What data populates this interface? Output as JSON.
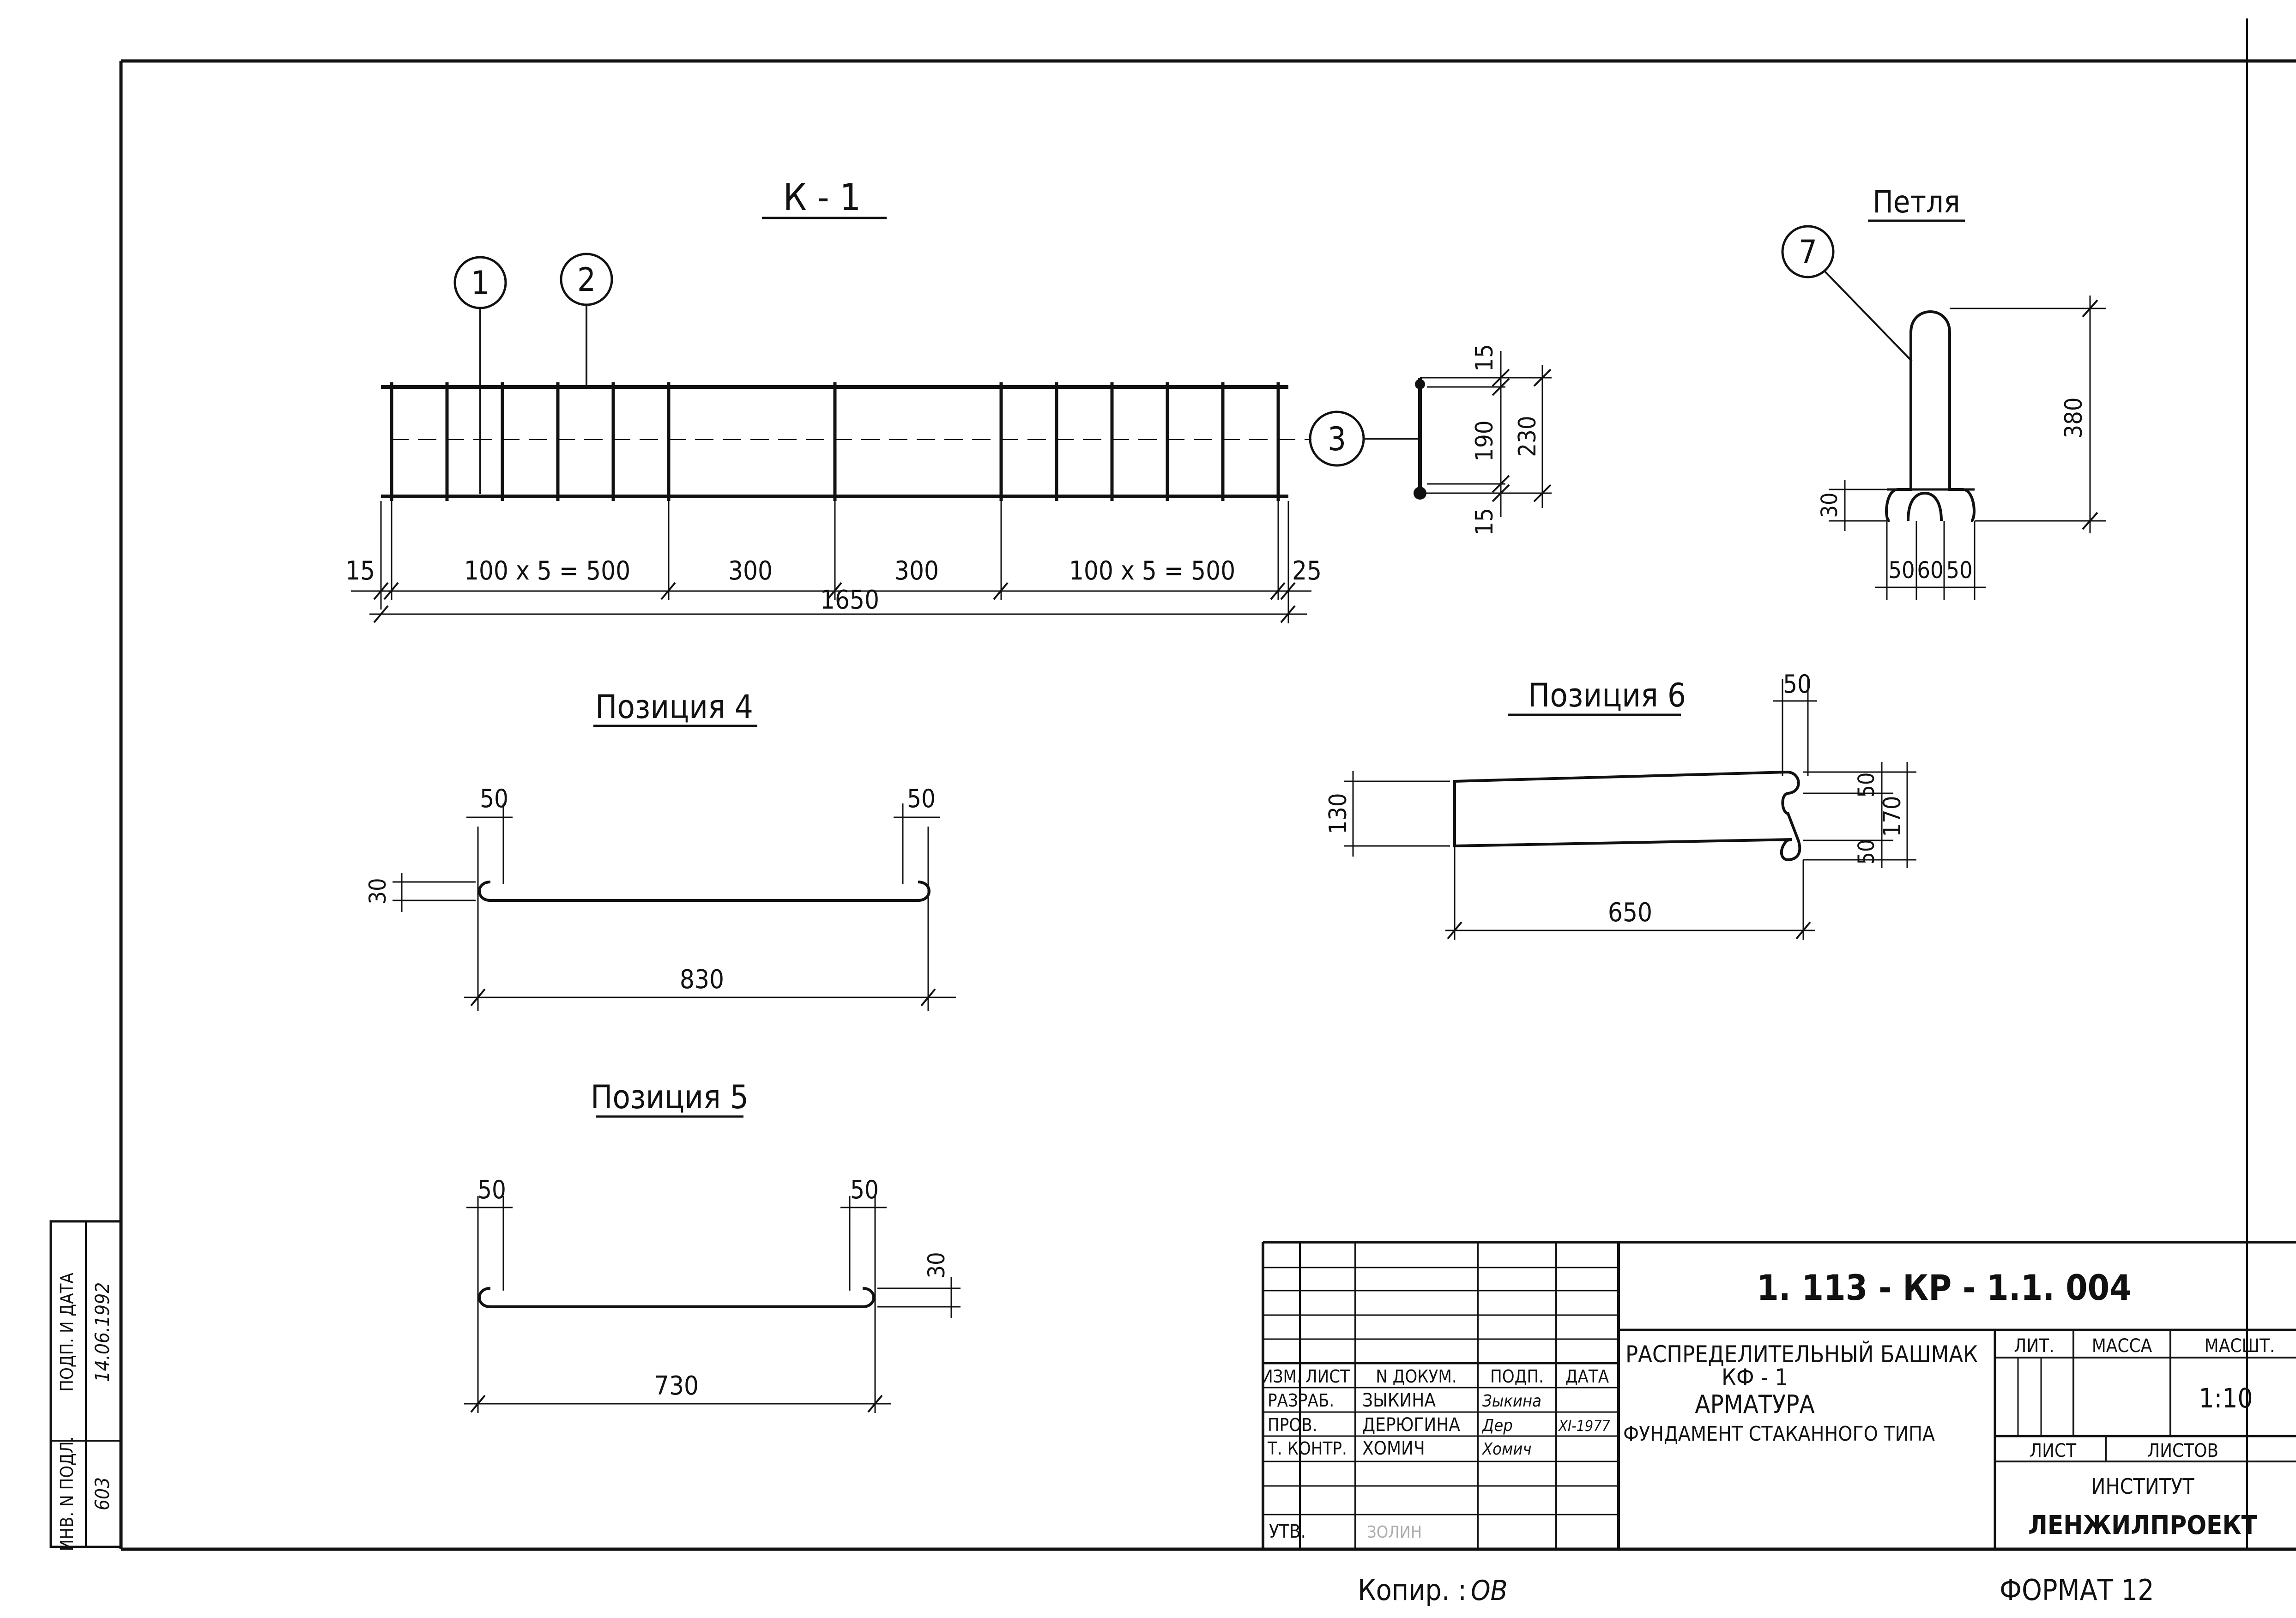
{
  "views": {
    "k1": {
      "title": "К - 1",
      "callouts": [
        "1",
        "2",
        "3"
      ],
      "dims": {
        "left_end": "15",
        "seg1": "100 х 5 = 500",
        "seg2": "300",
        "seg3": "300",
        "seg4": "100 х 5 = 500",
        "right_end": "25",
        "total": "1650"
      },
      "section": {
        "top": "15",
        "mid": "190",
        "total": "230",
        "bottom": "15"
      }
    },
    "loop": {
      "title": "Петля",
      "callout": "7",
      "dims": {
        "height": "380",
        "foot": "30",
        "b1": "50",
        "b2": "60",
        "b3": "50"
      }
    },
    "pos4": {
      "title": "Позиция 4",
      "dims": {
        "hook_left": "50",
        "hook_right": "50",
        "hook_height": "30",
        "length": "830"
      }
    },
    "pos5": {
      "title": "Позиция 5",
      "dims": {
        "hook_left": "50",
        "hook_right": "50",
        "hook_height": "30",
        "length": "730"
      }
    },
    "pos6": {
      "title": "Позиция 6",
      "dims": {
        "top": "50",
        "left_height": "130",
        "notch1": "50",
        "notch2": "50",
        "right_height": "170",
        "length": "650"
      }
    }
  },
  "left_stamp": {
    "col1_header": "ИНВ. N ПОДЛ.",
    "col1_value": "603",
    "col2_header": "ПОДП. И ДАТА",
    "col2_value": "14.06.1992"
  },
  "title_block": {
    "code": "1. 113 - КР - 1.1. 004",
    "title_lines": [
      "РАСПРЕДЕЛИТЕЛЬНЫЙ БАШМАК",
      "КФ - 1",
      "АРМАТУРА",
      "ФУНДАМЕНТ СТАКАННОГО ТИПА"
    ],
    "headers": [
      "ИЗМ.",
      "ЛИСТ",
      "N ДОКУМ.",
      "ПОДП.",
      "ДАТА"
    ],
    "rows": [
      {
        "role": "РАЗРАБ.",
        "name": "ЗЫКИНА",
        "sign": "Зыкина",
        "date": ""
      },
      {
        "role": "ПРОВ.",
        "name": "ДЕРЮГИНА",
        "sign": "Дер",
        "date": "XI-1977"
      },
      {
        "role": "Т. КОНТР.",
        "name": "ХОМИЧ",
        "sign": "Хомич",
        "date": ""
      },
      {
        "role": "УТВ.",
        "name": "ЗОЛИН",
        "sign": "",
        "date": ""
      }
    ],
    "lit_label": "ЛИТ.",
    "mass_label": "МАССА",
    "scale_label": "МАСШТ.",
    "scale_value": "1:10",
    "sheet_label": "ЛИСТ",
    "sheets_label": "ЛИСТОВ",
    "org_lines": [
      "ИНСТИТУТ",
      "ЛЕНЖИЛПРОЕКТ"
    ]
  },
  "footer": {
    "copy_label": "Копир. :",
    "copy_mark": "ОВ",
    "format_label": "ФОРМАТ 12"
  }
}
